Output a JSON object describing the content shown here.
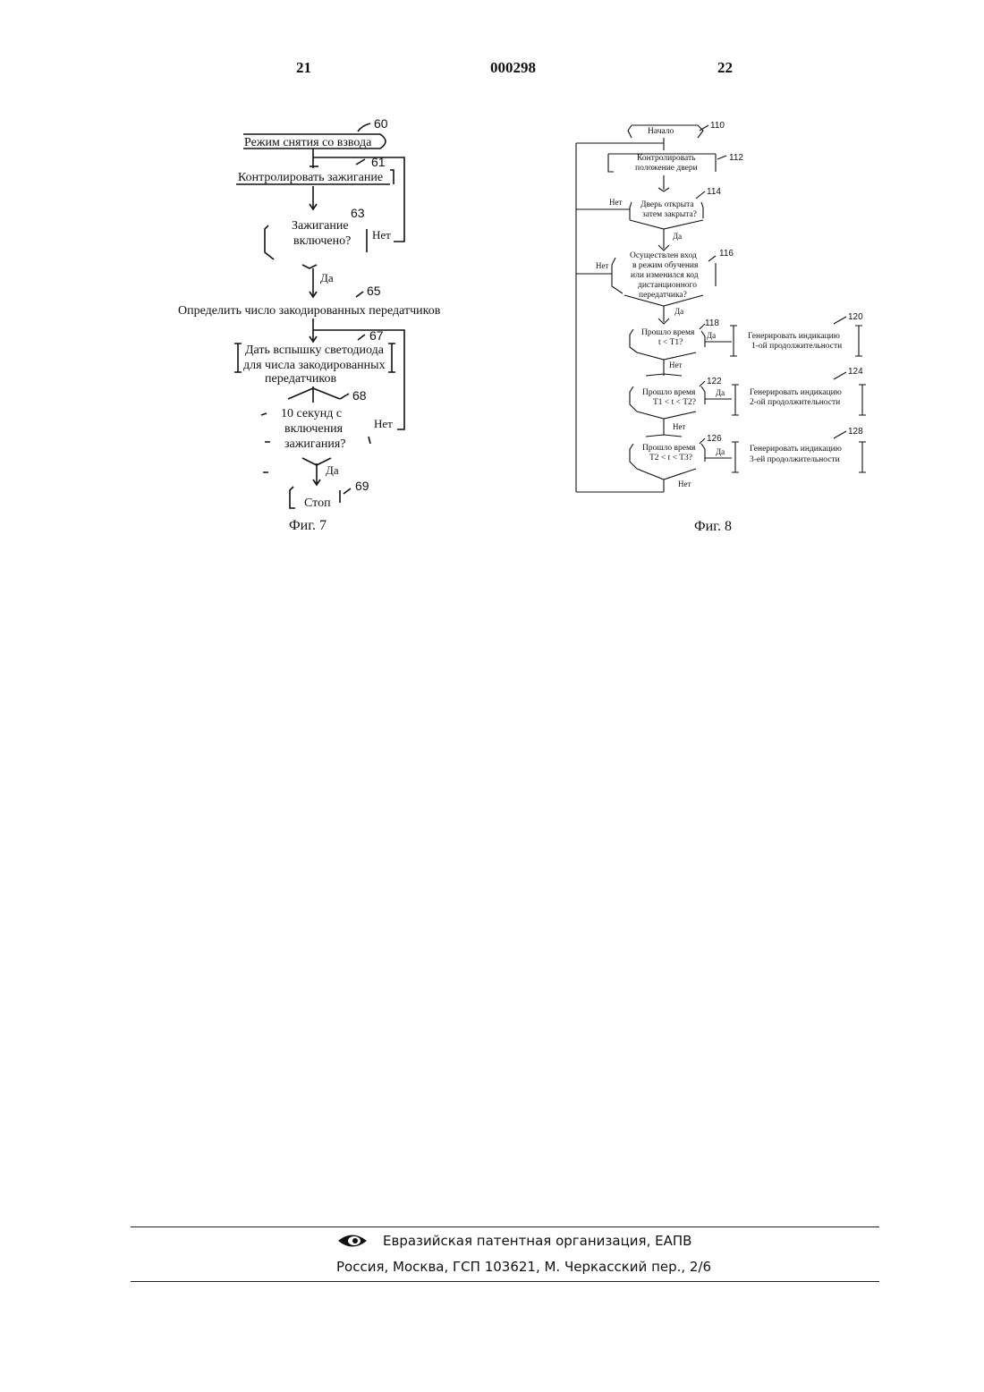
{
  "header": {
    "page_left": "21",
    "doc_number": "000298",
    "page_right": "22"
  },
  "fig7": {
    "caption": "Фиг. 7",
    "nodes": {
      "start": {
        "ref": "60",
        "text": "Режим снятия со взвода"
      },
      "monitor": {
        "ref": "61",
        "text": "Контролировать зажигание"
      },
      "decision1": {
        "ref": "63",
        "line1": "Зажигание",
        "line2": "включено?",
        "no": "Нет",
        "yes": "Да"
      },
      "determine": {
        "ref": "65",
        "text": "Определить число закодированных передатчиков"
      },
      "flash": {
        "ref": "67",
        "line1": "Дать вспышку светодиода",
        "line2": "для числа закодированных",
        "line3": "передатчиков"
      },
      "decision2": {
        "ref": "68",
        "line1": "10 секунд с",
        "line2": "включения",
        "line3": "зажигания?",
        "no": "Нет",
        "yes": "Да"
      },
      "stop": {
        "ref": "69",
        "text": "Стоп"
      }
    }
  },
  "fig8": {
    "caption": "Фиг. 8",
    "nodes": {
      "start": {
        "ref": "110",
        "text": "Начало"
      },
      "monitor": {
        "ref": "112",
        "line1": "Контролировать",
        "line2": "положение двери"
      },
      "d114": {
        "ref": "114",
        "line1": "Дверь открыта",
        "line2": "затем закрыта?",
        "no": "Нет",
        "yes": "Да"
      },
      "d116": {
        "ref": "116",
        "line1": "Осуществлен вход",
        "line2": "в режим обучения",
        "line3": "или изменился код",
        "line4": "дистанционного",
        "line5": "передатчика?",
        "no": "Нет",
        "yes": "Да"
      },
      "d118": {
        "ref": "118",
        "line1": "Прошло время",
        "line2": "t < T1?",
        "yes": "Да",
        "no": "Нет"
      },
      "p120": {
        "ref": "120",
        "line1": "Генерировать индикацию",
        "line2": "1-ой продолжительности"
      },
      "d122": {
        "ref": "122",
        "line1": "Прошло время",
        "line2": "T1 < t < T2?",
        "yes": "Да",
        "no": "Нет"
      },
      "p124": {
        "ref": "124",
        "line1": "Генерировать индикацию",
        "line2": "2-ой продолжительности"
      },
      "d126": {
        "ref": "126",
        "line1": "Прошло время",
        "line2": "T2 < t < T3?",
        "yes": "Да",
        "no": "Нет"
      },
      "p128": {
        "ref": "128",
        "line1": "Генерировать индикацию",
        "line2": "3-ей продолжительности"
      }
    }
  },
  "footer": {
    "org": "Евразийская патентная организация, ЕАПВ",
    "address": "Россия, Москва, ГСП 103621, М. Черкасский пер., 2/6"
  }
}
